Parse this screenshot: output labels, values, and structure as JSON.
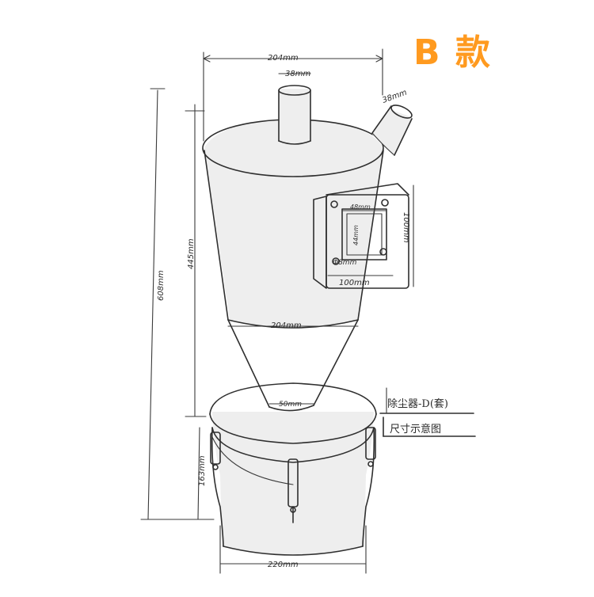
{
  "badge": {
    "label": "B 款",
    "color": "#ff9a1f"
  },
  "dimensions": {
    "top_width": "204mm",
    "outlet_pipe_dia": "38mm",
    "side_pipe_dia": "38mm",
    "total_height": "608mm",
    "body_height": "445mm",
    "flange_inner_width": "48mm",
    "flange_inner_height": "44mm",
    "flange_height": "100mm",
    "flange_width": "100mm",
    "hole_dia": "Φ8mm",
    "cone_top_width": "204mm",
    "cone_outlet_dia": "50mm",
    "bucket_height": "163mm",
    "bucket_width": "220mm"
  },
  "callouts": {
    "name": "除尘器-D(套)",
    "note": "尺寸示意图"
  },
  "colors": {
    "ink": "#2f2f2f",
    "paper": "#ffffff"
  }
}
